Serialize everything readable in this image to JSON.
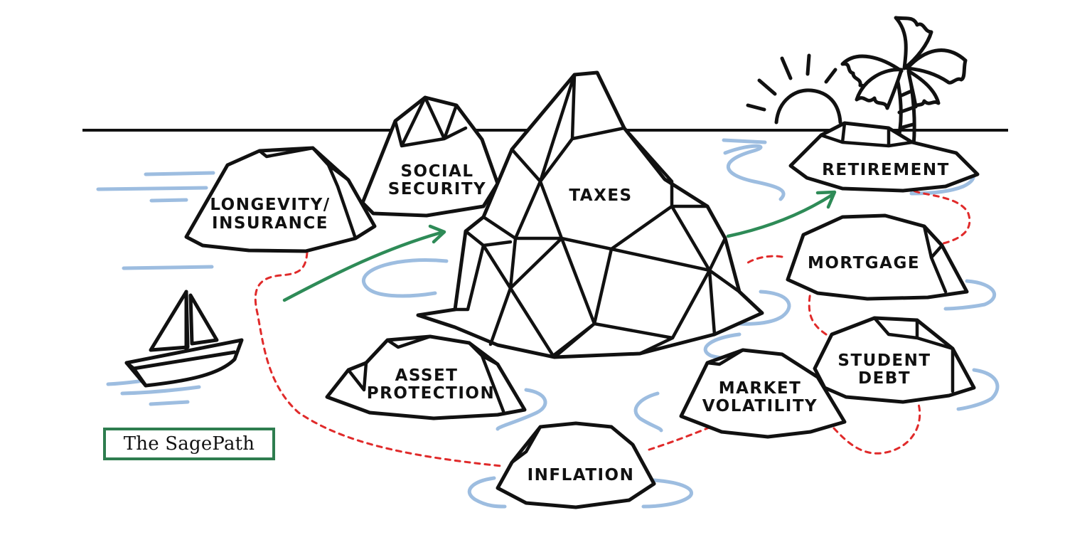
{
  "labels": {
    "longevity_line1": "LONGEVITY/",
    "longevity_line2": "INSURANCE",
    "social_line1": "SOCIAL",
    "social_line2": "SECURITY",
    "taxes": "TAXES",
    "retirement": "RETIREMENT",
    "mortgage": "MORTGAGE",
    "student_line1": "STUDENT",
    "student_line2": "DEBT",
    "market_line1": "MARKET",
    "market_line2": "VOLATILITY",
    "asset_line1": "ASSET",
    "asset_line2": "PROTECTION",
    "inflation": "INFLATION"
  },
  "brand": {
    "name": "The SagePath",
    "border_color": "#2e7d4f"
  },
  "colors": {
    "ink": "#111111",
    "water": "#9dbde0",
    "route": "#e02a2a",
    "arrow": "#2e8b57"
  },
  "icons": [
    "sailboat-icon",
    "palm-tree-icon",
    "sun-icon"
  ]
}
